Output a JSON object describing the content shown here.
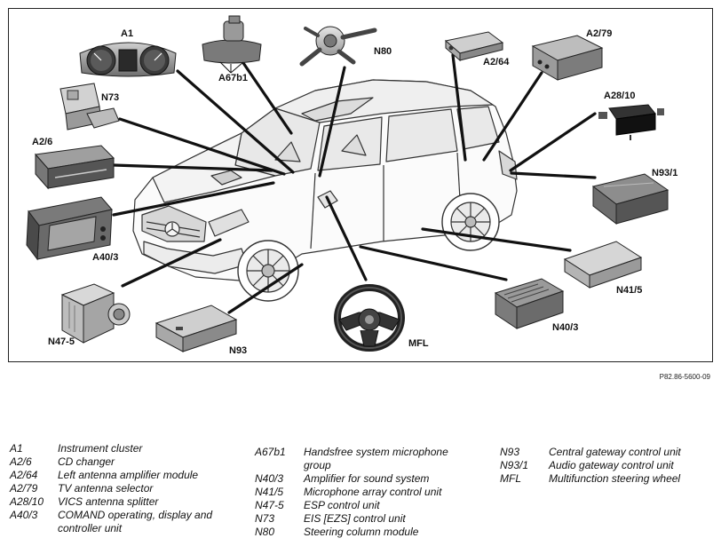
{
  "diagram": {
    "doc_number": "P82.86-5600-09",
    "labels": {
      "A1": "A1",
      "A67b1": "A67b1",
      "N80": "N80",
      "A2_64": "A2/64",
      "A2_79": "A2/79",
      "N73": "N73",
      "A28_10": "A28/10",
      "A2_6": "A2/6",
      "N93_1": "N93/1",
      "A40_3": "A40/3",
      "N41_5": "N41/5",
      "N47_5": "N47-5",
      "N40_3": "N40/3",
      "N93": "N93",
      "MFL": "MFL"
    }
  },
  "legend": {
    "col1": [
      {
        "code": "A1",
        "desc": "Instrument cluster"
      },
      {
        "code": "A2/6",
        "desc": "CD changer"
      },
      {
        "code": "A2/64",
        "desc": "Left antenna amplifier module"
      },
      {
        "code": "A2/79",
        "desc": "TV antenna selector"
      },
      {
        "code": "A28/10",
        "desc": "VICS antenna splitter"
      },
      {
        "code": "A40/3",
        "desc": "COMAND operating, display and controller unit"
      }
    ],
    "col2": [
      {
        "code": "A67b1",
        "desc": "Handsfree system microphone group"
      },
      {
        "code": "N40/3",
        "desc": "Amplifier for sound system"
      },
      {
        "code": "N41/5",
        "desc": "Microphone array control unit"
      },
      {
        "code": "N47-5",
        "desc": "ESP control unit"
      },
      {
        "code": "N73",
        "desc": "EIS [EZS] control unit"
      },
      {
        "code": "N80",
        "desc": "Steering column module"
      }
    ],
    "col3": [
      {
        "code": "N93",
        "desc": "Central gateway control unit"
      },
      {
        "code": "N93/1",
        "desc": "Audio gateway control unit"
      },
      {
        "code": "MFL",
        "desc": "Multifunction steering wheel"
      }
    ]
  }
}
